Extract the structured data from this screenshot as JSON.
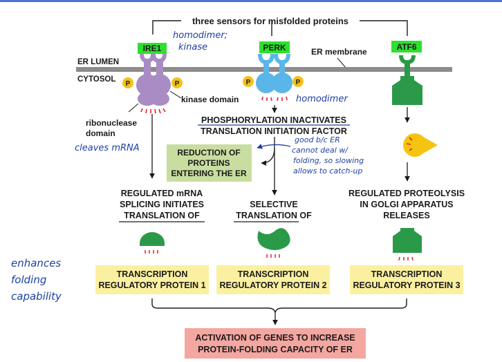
{
  "colors": {
    "top_rule": "#4a73d6",
    "membrane": "#8c8c8c",
    "ire1": "#a98cc4",
    "perk": "#5ab6e8",
    "atf6": "#2b9a48",
    "phospho": "#f3c21a",
    "highlight": "#2ee02e",
    "handwriting": "#1d3fa6"
  },
  "labels": {
    "three_sensors": "three sensors for misfolded proteins",
    "ire1": "IRE1",
    "perk": "PERK",
    "atf6": "ATF6",
    "er_lumen": "ER LUMEN",
    "er_membrane": "ER membrane",
    "cytosol": "CYTOSOL",
    "p": "P",
    "kinase_domain": "kinase domain",
    "ribonuclease_line1": "ribonuclease",
    "ribonuclease_line2": "domain",
    "phospho_line1": "PHOSPHORYLATION INACTIVATES",
    "phospho_line2": "TRANSLATION INITIATION FACTOR",
    "reduction_line1": "REDUCTION OF",
    "reduction_line2": "PROTEINS",
    "reduction_line3": "ENTERING THE ER",
    "regulated_line1": "REGULATED mRNA",
    "regulated_line2": "SPLICING INITIATES",
    "regulated_line3": "TRANSLATION OF",
    "selective_line1": "SELECTIVE",
    "selective_line2": "TRANSLATION OF",
    "proteolysis_line1": "REGULATED PROTEOLYSIS",
    "proteolysis_line2": "IN GOLGI APPARATUS",
    "proteolysis_line3": "RELEASES",
    "trp1_line1": "TRANSCRIPTION",
    "trp1_line2": "REGULATORY PROTEIN 1",
    "trp2_line1": "TRANSCRIPTION",
    "trp2_line2": "REGULATORY PROTEIN 2",
    "trp3_line1": "TRANSCRIPTION",
    "trp3_line2": "REGULATORY PROTEIN 3",
    "activation_line1": "ACTIVATION OF GENES TO INCREASE",
    "activation_line2": "PROTEIN-FOLDING CAPACITY OF ER"
  },
  "notes": {
    "ire1_line1": "homodimer;",
    "ire1_line2": "kinase",
    "perk": "homodimer",
    "cleaves": "cleaves mRNA",
    "good_line1": "good b/c ER",
    "good_line2": "cannot deal w/",
    "good_line3": "folding, so slowing",
    "good_line4": "allows to catch-up",
    "enhances_line1": "enhances",
    "enhances_line2": "folding",
    "enhances_line3": "capability"
  }
}
